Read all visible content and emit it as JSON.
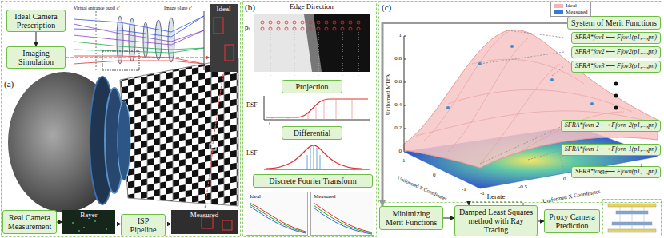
{
  "diagram": {
    "nodes": [
      {
        "text": [
          "Ideal Camera Prescription"
        ]
      },
      {
        "text": [
          "Imaging Simulation"
        ]
      },
      {
        "text": [
          "Ideal"
        ]
      },
      {
        "text": [
          "Real Camera Measurement"
        ]
      },
      {
        "text": [
          "Bayer"
        ]
      },
      {
        "text": [
          "ISP Pipeline"
        ]
      },
      {
        "text": [
          "Measured"
        ]
      },
      {
        "text": [
          "Projection"
        ]
      },
      {
        "text": [
          "Differential"
        ]
      },
      {
        "text": [
          "Discrete Fourier Transform"
        ]
      },
      {
        "text": [
          "System of Merit Functions"
        ]
      },
      {
        "text": [
          "SFRA*fov1 ⟷ Ffov1(p1,...,pn)"
        ]
      },
      {
        "text": [
          "SFRA*fov2 ⟷ Ffov2(p1,...,pn)"
        ]
      },
      {
        "text": [
          "SFRA*fov3 ⟷ Ffov3(p1,...,pn)"
        ]
      },
      {
        "text": [
          "SFRA*fovn-2 ⟷ Ffovn-2(p1,...,pn)"
        ]
      },
      {
        "text": [
          "SFRA*fovn-1 ⟷ Ffovn-1(p1,...,pn)"
        ]
      },
      {
        "text": [
          "SFRA*fovn ⟷ Ffovn(p1,...,pn)"
        ]
      },
      {
        "text": [
          "Minimizing Merit Functions"
        ]
      },
      {
        "text": [
          "Damped Least Squares method with Ray Tracing"
        ]
      },
      {
        "text": [
          "Proxy Camera Prediction"
        ]
      }
    ],
    "edges": [
      {
        "from": 0,
        "to": 1,
        "arrow": "to"
      },
      {
        "from": 1,
        "to": 2,
        "arrow": "to"
      },
      {
        "from": 3,
        "to": 4,
        "arrow": "to"
      },
      {
        "from": 4,
        "to": 5,
        "arrow": "to"
      },
      {
        "from": 5,
        "to": 6,
        "arrow": "to"
      },
      {
        "from": 10,
        "to": 17,
        "arrow": "to"
      },
      {
        "from": 17,
        "to": 18,
        "arrow": "to"
      },
      {
        "from": 18,
        "to": 19,
        "arrow": "to"
      }
    ],
    "labels": [
      "Virtual entrance pupil c'",
      "Image plane c'",
      "(a)",
      "(b)",
      "Edge Direction",
      "pᵢ",
      "ESF",
      "i",
      "LSF",
      "Ideal",
      "Measured",
      "(c)",
      "Uniformed MTFA",
      "1",
      "0.8",
      "0.6",
      "0.4",
      "0.2",
      "0",
      "Uniformed X Coordinates",
      "-1",
      "-0.5",
      "0",
      "0.5",
      "1",
      "Uniformed Y Coordinates",
      "1",
      "0",
      "-1",
      "Iterate"
    ],
    "legend": [
      {
        "text": "Ideal",
        "color": "#f4b4b4"
      },
      {
        "text": "Measured",
        "color": "#3a78d6"
      }
    ]
  }
}
